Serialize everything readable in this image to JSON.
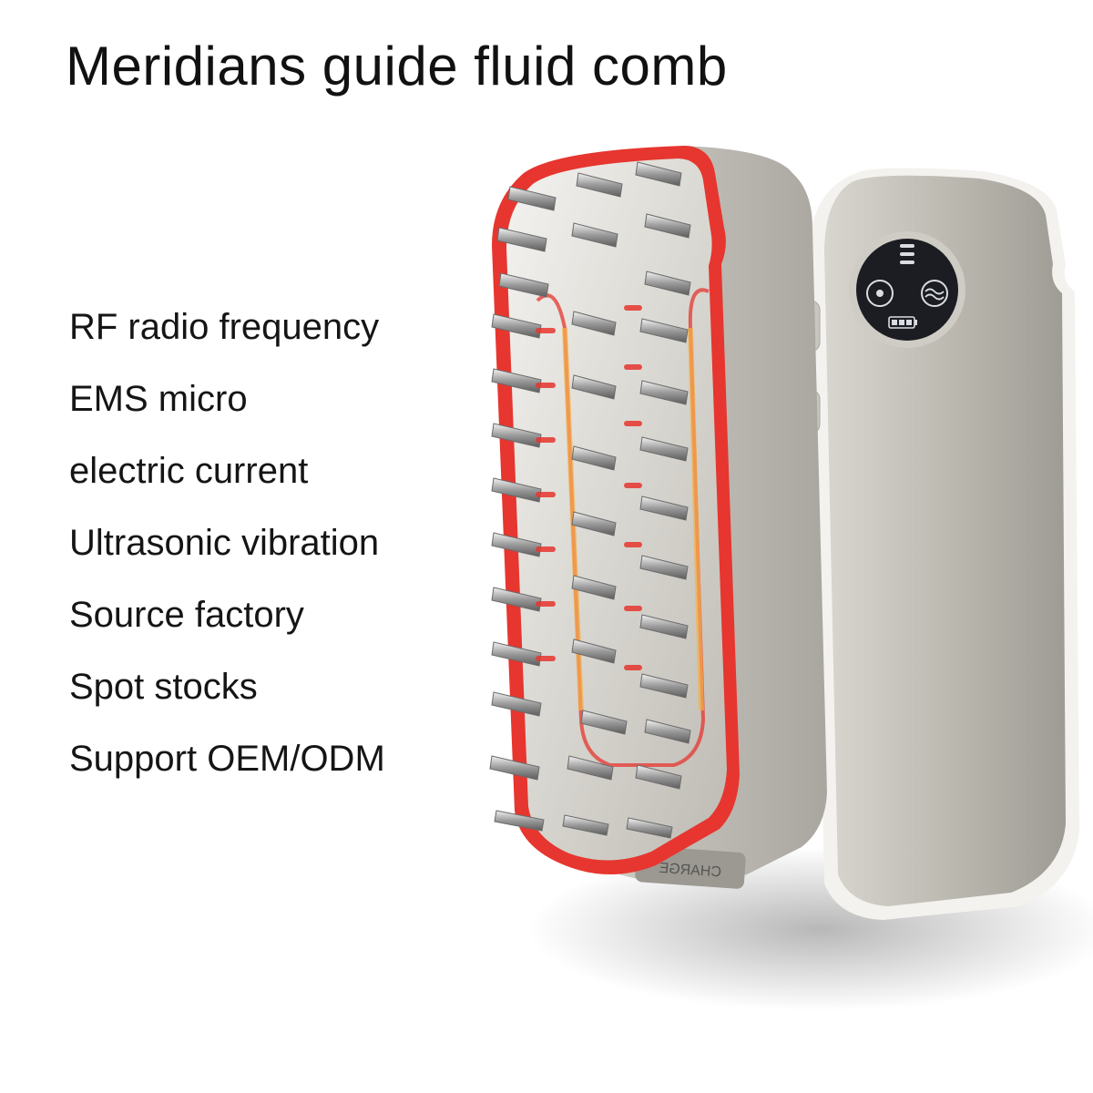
{
  "title": "Meridians guide fluid comb",
  "features": [
    "RF radio frequency",
    "EMS micro",
    "electric current",
    "Ultrasonic vibration",
    "Source factory",
    "Spot stocks",
    "Support OEM/ODM"
  ],
  "product": {
    "charge_label": "CHARGE",
    "colors": {
      "body": "#b9b6ae",
      "body_light": "#e6e4de",
      "body_dark": "#8f8c85",
      "led_red": "#e6362f",
      "led_amber": "#f5b24a",
      "screen": "#1b1d22",
      "screen_icon": "#d9dde3"
    }
  }
}
